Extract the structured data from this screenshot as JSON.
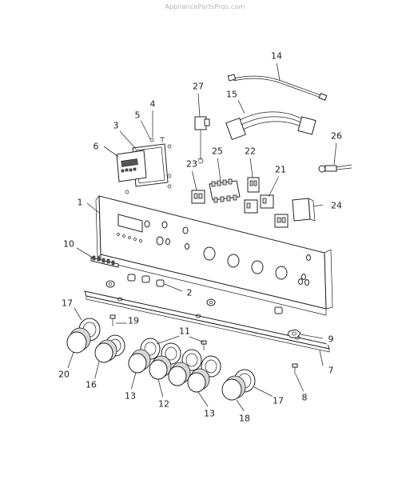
{
  "watermark": "AppliancePartsPros.com",
  "callouts": [
    {
      "id": "c14",
      "label": "14"
    },
    {
      "id": "c15",
      "label": "15"
    },
    {
      "id": "c27",
      "label": "27"
    },
    {
      "id": "c4",
      "label": "4"
    },
    {
      "id": "c5",
      "label": "5"
    },
    {
      "id": "c3",
      "label": "3"
    },
    {
      "id": "c6",
      "label": "6"
    },
    {
      "id": "c26",
      "label": "26"
    },
    {
      "id": "c25",
      "label": "25"
    },
    {
      "id": "c22",
      "label": "22"
    },
    {
      "id": "c23",
      "label": "23"
    },
    {
      "id": "c21",
      "label": "21"
    },
    {
      "id": "c24",
      "label": "24"
    },
    {
      "id": "c1",
      "label": "1"
    },
    {
      "id": "c10",
      "label": "10"
    },
    {
      "id": "c2",
      "label": "2"
    },
    {
      "id": "c17a",
      "label": "17"
    },
    {
      "id": "c19",
      "label": "19"
    },
    {
      "id": "c11",
      "label": "11"
    },
    {
      "id": "c9",
      "label": "9"
    },
    {
      "id": "c20",
      "label": "20"
    },
    {
      "id": "c16",
      "label": "16"
    },
    {
      "id": "c7",
      "label": "7"
    },
    {
      "id": "c13a",
      "label": "13"
    },
    {
      "id": "c12",
      "label": "12"
    },
    {
      "id": "c13b",
      "label": "13"
    },
    {
      "id": "c17b",
      "label": "17"
    },
    {
      "id": "c8",
      "label": "8"
    },
    {
      "id": "c18",
      "label": "18"
    }
  ]
}
